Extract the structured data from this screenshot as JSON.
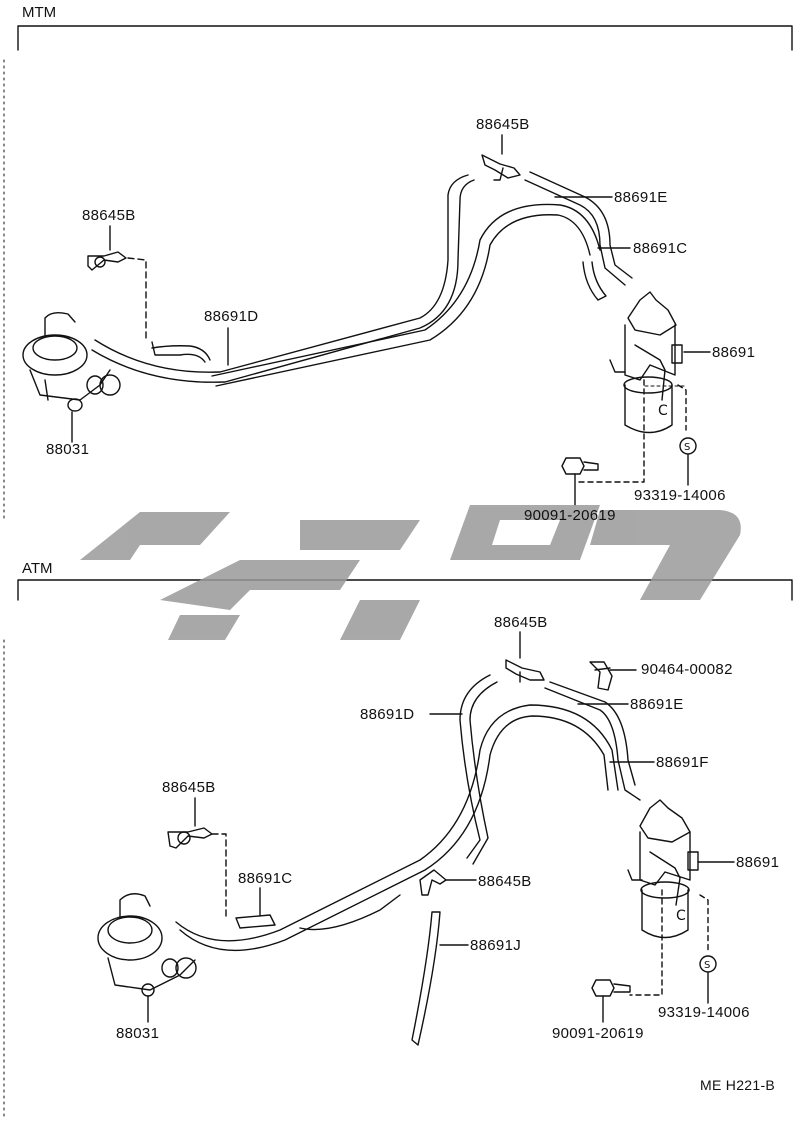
{
  "sections": {
    "mtm": {
      "title": "MTM",
      "labels": {
        "t_88645b_top": "88645B",
        "t_88645b_left": "88645B",
        "t_88691e": "88691E",
        "t_88691c": "88691C",
        "t_88691d": "88691D",
        "t_88691": "88691",
        "t_88031": "88031",
        "t_93319": "93319-14006",
        "t_90091": "90091-20619"
      }
    },
    "atm": {
      "title": "ATM",
      "labels": {
        "t_88645b_top": "88645B",
        "t_90464": "90464-00082",
        "t_88691d": "88691D",
        "t_88691e": "88691E",
        "t_88691f": "88691F",
        "t_88645b_left": "88645B",
        "t_88691c": "88691C",
        "t_88645b_mid": "88645B",
        "t_88691": "88691",
        "t_88691j": "88691J",
        "t_88031": "88031",
        "t_93319": "93319-14006",
        "t_90091": "90091-20619"
      }
    }
  },
  "symbols": {
    "s_mark": "S",
    "c_mark": "C"
  },
  "footer": {
    "ref": "ME H221-B"
  },
  "watermark": {
    "text": "",
    "color": "#9a9a9a"
  }
}
